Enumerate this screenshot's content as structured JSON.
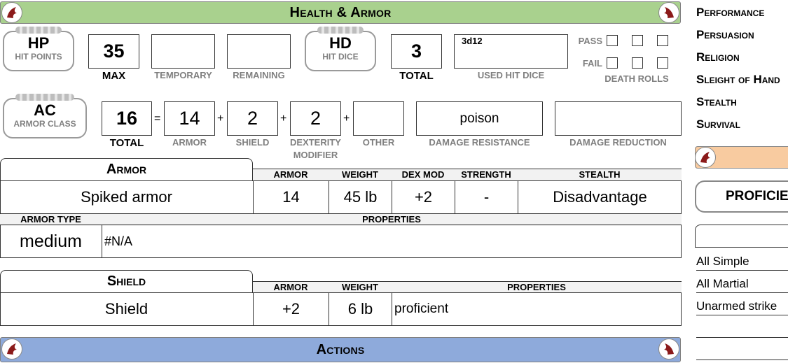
{
  "banners": {
    "health": "Health & Armor",
    "actions": "Actions"
  },
  "hp": {
    "badge_title": "HP",
    "badge_sub": "HIT POINTS",
    "max": "35",
    "max_label": "MAX",
    "temporary": "",
    "temporary_label": "TEMPORARY",
    "remaining": "",
    "remaining_label": "REMAINING"
  },
  "hd": {
    "badge_title": "HD",
    "badge_sub": "HIT DICE",
    "total": "3",
    "total_label": "TOTAL",
    "used": "3d12",
    "used_label": "USED HIT DICE"
  },
  "death": {
    "pass": "PASS",
    "fail": "FAIL",
    "label": "DEATH ROLLS"
  },
  "ac": {
    "badge_title": "AC",
    "badge_sub": "ARMOR CLASS",
    "total": "16",
    "total_label": "TOTAL",
    "eq": "=",
    "plus": "+",
    "armor": "14",
    "armor_label": "ARMOR",
    "shield": "2",
    "shield_label": "SHIELD",
    "dex": "2",
    "dex_label_1": "DEXTERITY",
    "dex_label_2": "MODIFIER",
    "other": "",
    "other_label": "OTHER",
    "resistance": "poison",
    "resistance_label": "DAMAGE RESISTANCE",
    "reduction": "",
    "reduction_label": "DAMAGE REDUCTION"
  },
  "armor_table": {
    "title": "Armor",
    "headers": [
      "ARMOR",
      "WEIGHT",
      "DEX MOD",
      "STRENGTH",
      "STEALTH"
    ],
    "name": "Spiked armor",
    "values": [
      "14",
      "45 lb",
      "+2",
      "-",
      "Disadvantage"
    ],
    "type_label": "ARMOR TYPE",
    "properties_label": "PROPERTIES",
    "type": "medium",
    "properties": "#N/A"
  },
  "shield_table": {
    "title": "Shield",
    "headers": [
      "ARMOR",
      "WEIGHT",
      "PROPERTIES"
    ],
    "name": "Shield",
    "values": [
      "+2",
      "6 lb",
      "proficient"
    ]
  },
  "skills": [
    "Performance",
    "Persuasion",
    "Religion",
    "Sleight of Hand",
    "Stealth",
    "Survival"
  ],
  "right_panel": {
    "proficiencies": "PROFICIENCIES",
    "weapons": [
      "All Simple",
      "All Martial",
      "Unarmed strike",
      ""
    ]
  },
  "colors": {
    "green_banner": "#a9d18e",
    "blue_banner": "#8eaadb",
    "orange_bar": "#f8cba0",
    "crest": "#8b1a1a"
  }
}
